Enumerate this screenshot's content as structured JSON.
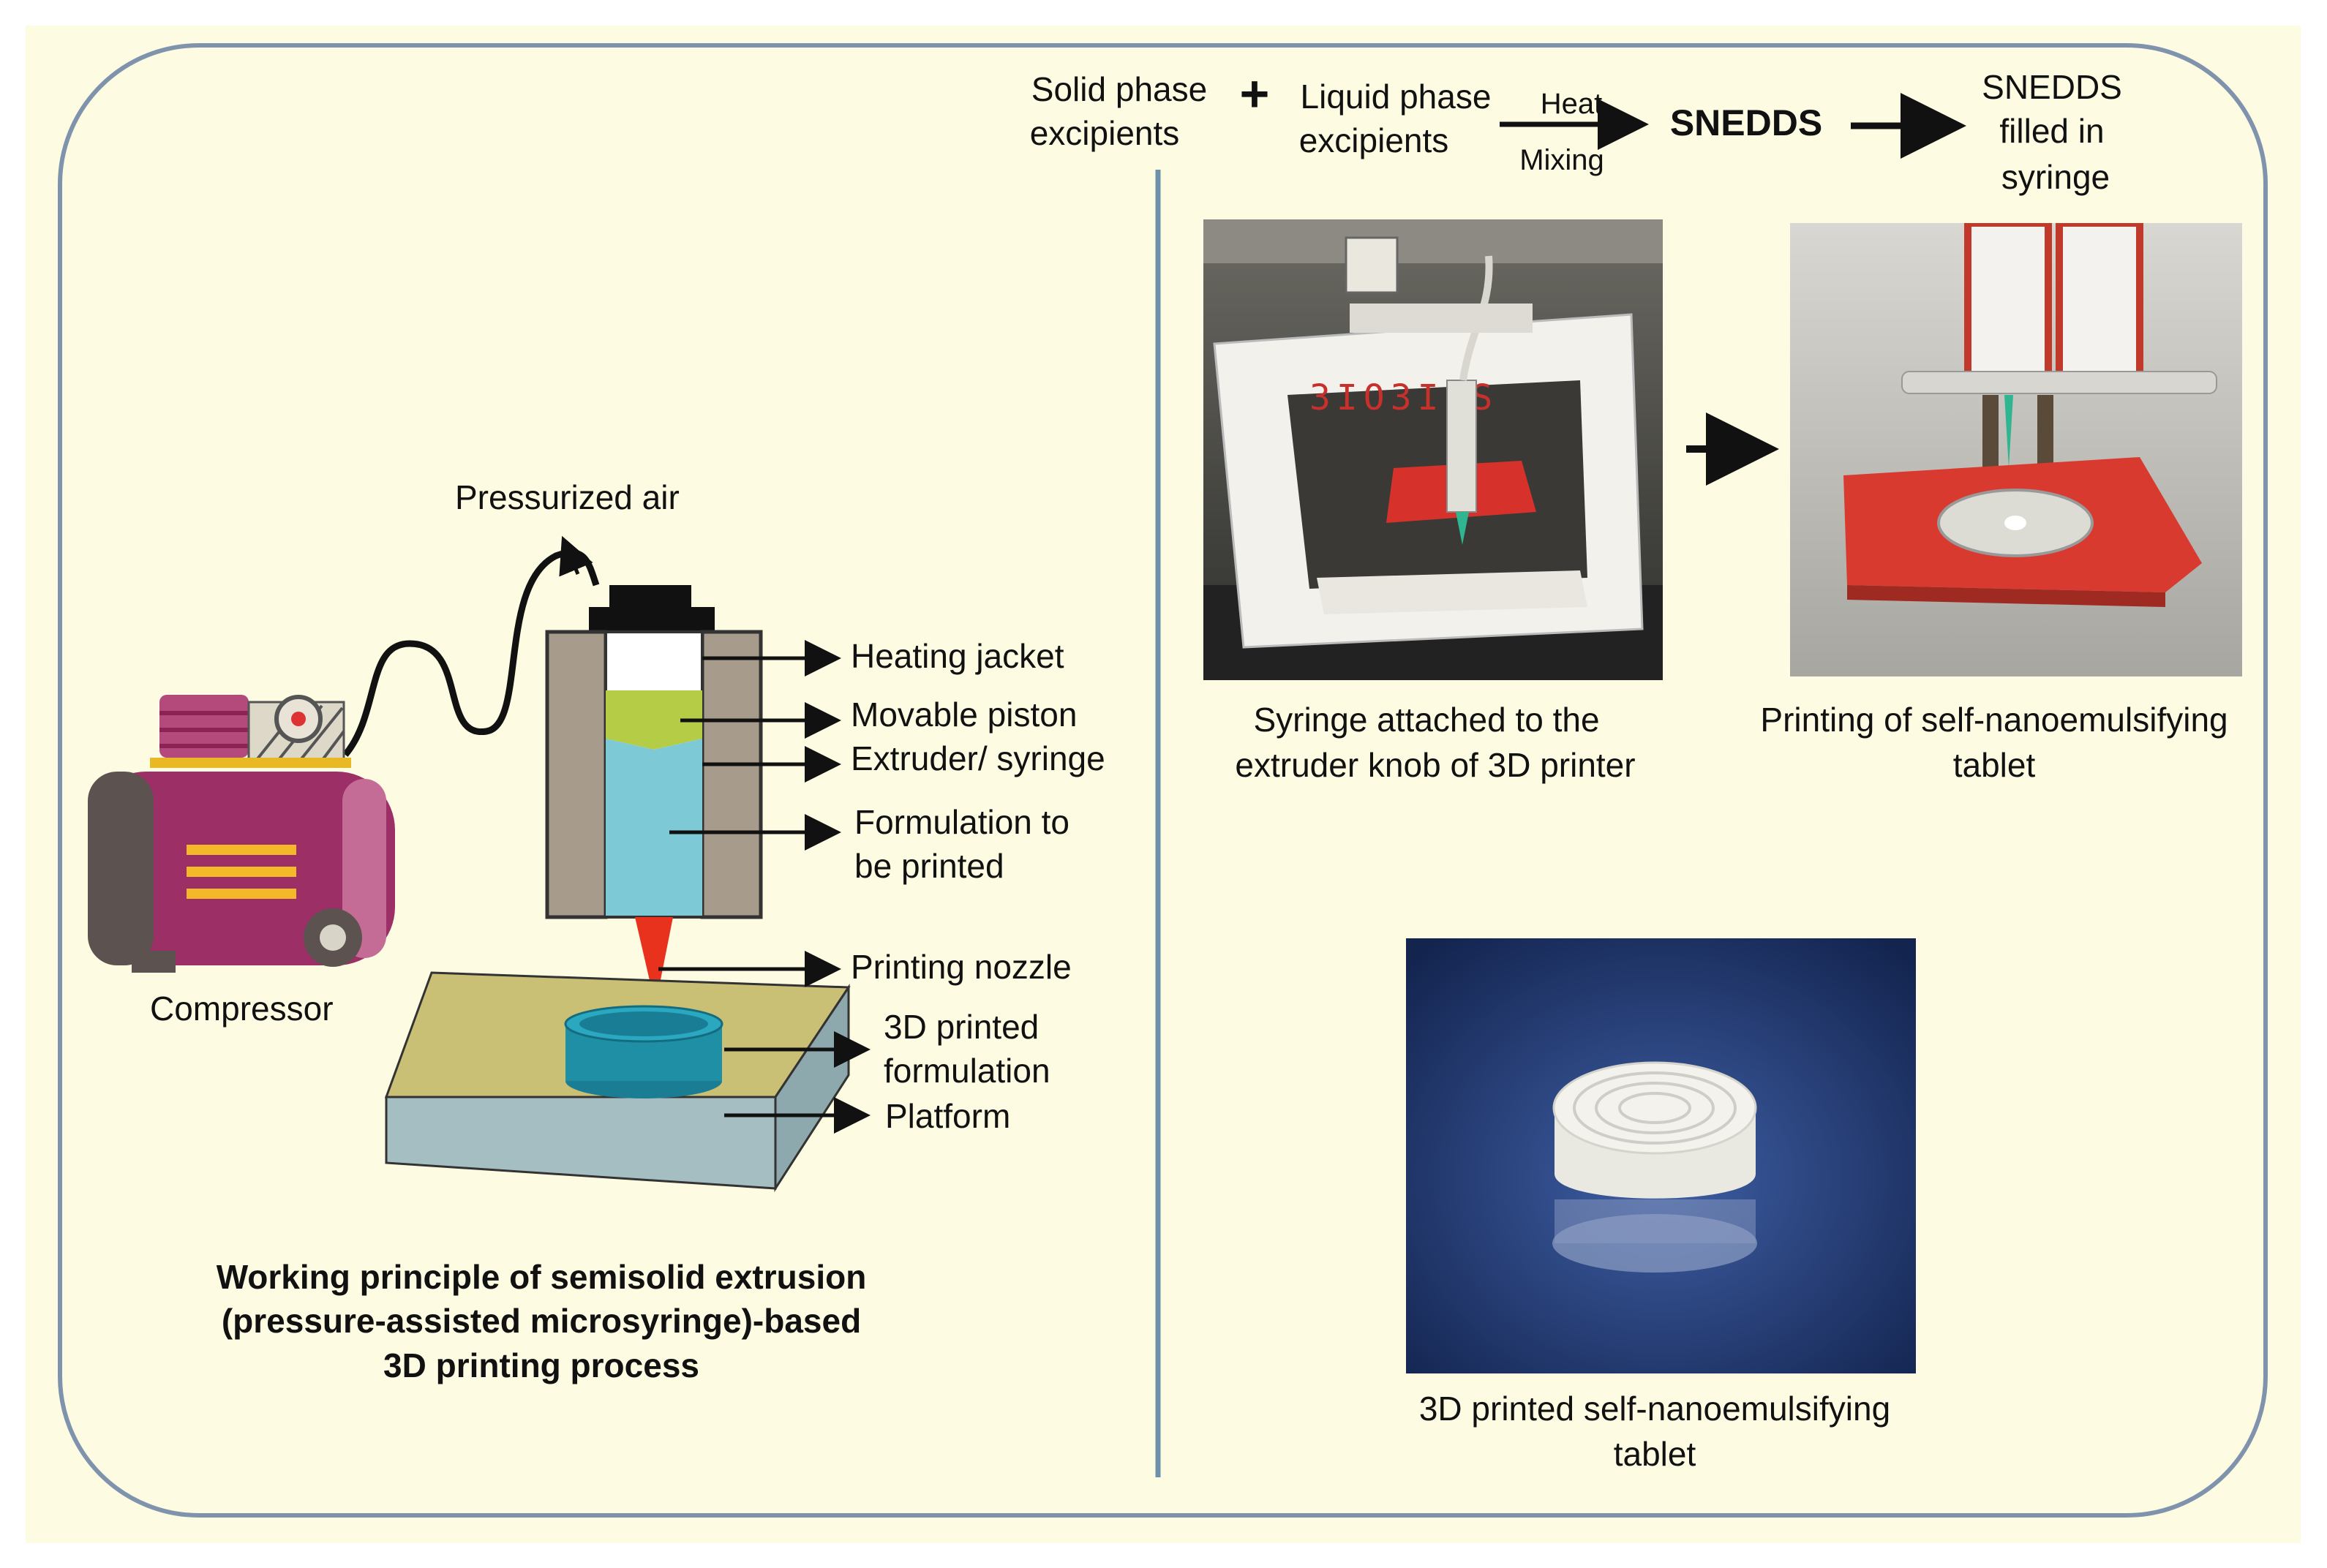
{
  "colors": {
    "panel_bg": "#fdfbe2",
    "panel_border": "#7f93ad",
    "divider": "#6f90ab",
    "compressor_body": "#9b2f66",
    "piston": "#b5cc47",
    "formulation": "#7dc9d6",
    "nozzle": "#e8321e",
    "tablet": "#1f8fa6",
    "platform_top": "#c9c075",
    "platform_side": "#a5bec2",
    "jacket": "#a79c8c"
  },
  "left": {
    "pressurized_air": "Pressurized air",
    "heating_jacket": "Heating jacket",
    "movable_piston": "Movable piston",
    "extruder_syringe": "Extruder/ syringe",
    "formulation_line1": "Formulation to",
    "formulation_line2": "be printed",
    "printing_nozzle": "Printing nozzle",
    "printed_line1": "3D printed",
    "printed_line2": "formulation",
    "platform": "Platform",
    "compressor": "Compressor",
    "caption_line1": "Working principle of semisolid extrusion",
    "caption_line2": "(pressure-assisted microsyringe)-based",
    "caption_line3": "3D printing process"
  },
  "right": {
    "solid_line1": "Solid phase",
    "solid_line2": "excipients",
    "plus": "+",
    "liquid_line1": "Liquid phase",
    "liquid_line2": "excipients",
    "heat": "Heat",
    "mixing": "Mixing",
    "snedds": "SNEDDS",
    "filled_line1": "SNEDDS",
    "filled_line2": "filled in",
    "filled_line3": "syringe",
    "printer_brand": "3IO3ICS",
    "photo1_cap_line1": "Syringe attached to the",
    "photo1_cap_line2": "extruder knob of 3D printer",
    "photo2_cap_line1": "Printing of self-nanoemulsifying",
    "photo2_cap_line2": "tablet",
    "photo3_cap_line1": "3D printed self-nanoemulsifying",
    "photo3_cap_line2": "tablet"
  }
}
